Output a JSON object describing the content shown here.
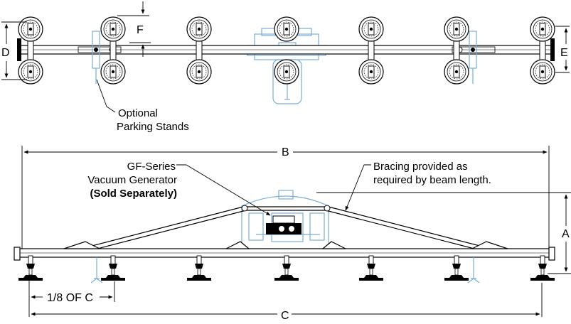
{
  "dimensions": {
    "A": "A",
    "B": "B",
    "C": "C",
    "D": "D",
    "E": "E",
    "F": "F",
    "eighth_c": "1/8 OF C"
  },
  "callouts": {
    "stands_line1": "Optional",
    "stands_line2": "Parking Stands",
    "generator_line1": "GF-Series",
    "generator_line2": "Vacuum Generator",
    "generator_line3": "(Sold Separately)",
    "bracing_line1": "Bracing provided as",
    "bracing_line2": "required by beam length."
  },
  "colors": {
    "line": "#000000",
    "generator": "#7aaed6"
  }
}
